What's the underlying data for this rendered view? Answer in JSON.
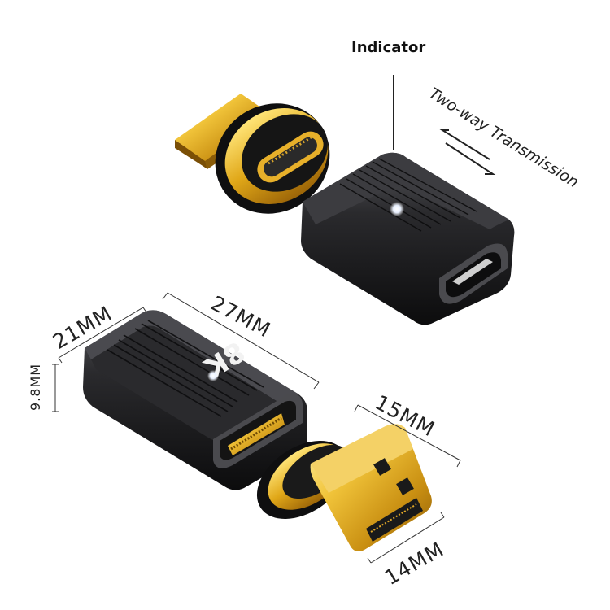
{
  "labels": {
    "indicator": "Indicator",
    "two_way": "Two-way Transmission",
    "badge": "8K"
  },
  "dimensions": {
    "d21": "21MM",
    "d27": "27MM",
    "d9_8": "9.8MM",
    "d15": "15MM",
    "d14": "14MM"
  },
  "colors": {
    "gold": "#d9a820",
    "body_dark": "#1d1d1f",
    "ring": "#141414",
    "indicator_light": "#ffffff"
  }
}
